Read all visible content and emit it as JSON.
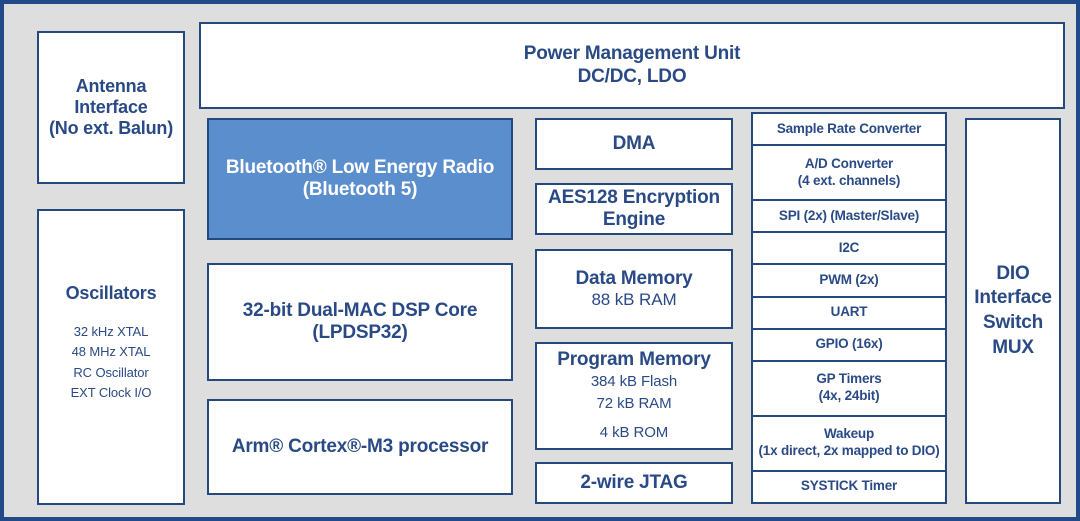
{
  "diagram": {
    "title": "Bluetooth Low Energy SoC Block Diagram",
    "colors": {
      "background": "#dedede",
      "block_border": "#24497f",
      "text_navy": "#2a4a86",
      "radio_fill": "#5b8ecd",
      "radio_text": "#ffffff",
      "outer_frame": "#224a88"
    }
  },
  "pmu": {
    "line1": "Power Management Unit",
    "line2": "DC/DC, LDO"
  },
  "left_column": {
    "antenna": {
      "line1": "Antenna",
      "line2": "Interface",
      "line3": "(No ext. Balun)"
    },
    "oscillators": {
      "title": "Oscillators",
      "items": [
        "32 kHz XTAL",
        "48 MHz XTAL",
        "RC Oscillator",
        "EXT Clock I/O"
      ]
    }
  },
  "core_column": {
    "radio": {
      "line1": "Bluetooth® Low Energy Radio",
      "line2": "(Bluetooth 5)"
    },
    "dsp": {
      "line1": "32-bit Dual-MAC DSP Core",
      "line2": "(LPDSP32)"
    },
    "arm": {
      "line1": "Arm® Cortex®-M3 processor"
    }
  },
  "middle_column": {
    "dma": {
      "line1": "DMA"
    },
    "aes": {
      "line1": "AES128 Encryption",
      "line2": "Engine"
    },
    "data_memory": {
      "title": "Data Memory",
      "spec1": "88 kB RAM"
    },
    "program_memory": {
      "title": "Program Memory",
      "spec1": "384 kB Flash",
      "spec2": "72 kB RAM",
      "spec3": "4 kB ROM"
    },
    "jtag": {
      "line1": "2-wire JTAG"
    }
  },
  "peripherals": [
    {
      "line1": "Sample Rate Converter",
      "line2": ""
    },
    {
      "line1": "A/D Converter",
      "line2": "(4 ext. channels)"
    },
    {
      "line1": "SPI (2x) (Master/Slave)",
      "line2": ""
    },
    {
      "line1": "I2C",
      "line2": ""
    },
    {
      "line1": "PWM (2x)",
      "line2": ""
    },
    {
      "line1": "UART",
      "line2": ""
    },
    {
      "line1": "GPIO (16x)",
      "line2": ""
    },
    {
      "line1": "GP Timers",
      "line2": "(4x, 24bit)"
    },
    {
      "line1": "Wakeup",
      "line2": "(1x direct, 2x mapped to DIO)"
    },
    {
      "line1": "SYSTICK Timer",
      "line2": ""
    }
  ],
  "dio": {
    "line1": "DIO",
    "line2": "Interface",
    "line3": "Switch",
    "line4": "MUX"
  }
}
